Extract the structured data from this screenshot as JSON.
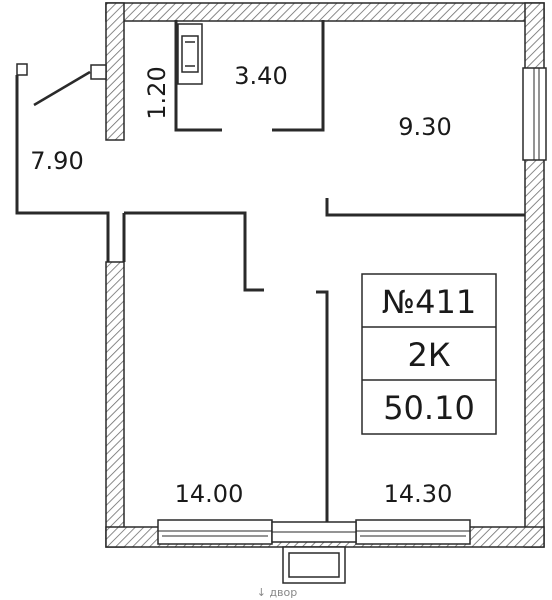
{
  "rooms": {
    "bath": "1.20",
    "toilet": "3.40",
    "kitchen": "9.30",
    "hall": "7.90",
    "room_left": "14.00",
    "room_right": "14.30"
  },
  "info": {
    "apartment_number": "№411",
    "type": "2К",
    "total_area": "50.10"
  },
  "caption": "↓ двор",
  "colors": {
    "wall": "#2a2a2a",
    "hatch": "#6b6b6b"
  }
}
